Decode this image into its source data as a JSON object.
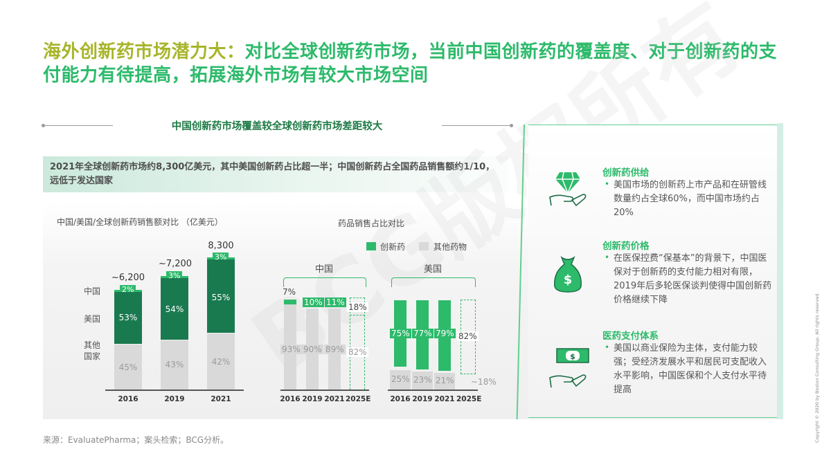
{
  "title": {
    "highlight": "海外创新药市场潜力大：",
    "rest": "对比全球创新药市场，当前中国创新药的覆盖度、对于创新药的支付能力有待提高，拓展海外市场有较大市场空间"
  },
  "section_title": "中国创新药市场覆盖较全球创新药市场差距较大",
  "key_message": "2021年全球创新药市场约8,300亿美元，其中美国创新药占比超一半；中国创新药占全国药品销售额约1/10，远低于发达国家",
  "watermark": "BCG版权所有",
  "chart_data": [
    {
      "type": "bar",
      "stacked": true,
      "title": "中国/美国/全球创新药销售额对比（亿美元）",
      "categories": [
        "2016",
        "2019",
        "2021"
      ],
      "totals": [
        "~6,200",
        "~7,200",
        "8,300"
      ],
      "series": [
        {
          "name": "其他国家",
          "values": [
            45,
            43,
            42
          ],
          "labels": [
            "45%",
            "43%",
            "42%"
          ],
          "color": "#d9d9d9"
        },
        {
          "name": "美国",
          "values": [
            53,
            54,
            55
          ],
          "labels": [
            "53%",
            "54%",
            "55%"
          ],
          "color": "#1a7a4f"
        },
        {
          "name": "中国",
          "values": [
            2,
            3,
            3
          ],
          "labels": [
            "2%",
            "3%",
            "3%"
          ],
          "color": "#2dba6b"
        }
      ],
      "row_labels": [
        "中国",
        "美国",
        "其他国家"
      ],
      "xlabel": "",
      "ylabel": ""
    },
    {
      "type": "bar",
      "stacked": true,
      "title": "药品销售占比对比",
      "legend": [
        {
          "name": "创新药",
          "color": "#2dba6b"
        },
        {
          "name": "其他药物",
          "color": "#d9d9d9"
        }
      ],
      "groups": [
        {
          "name": "中国",
          "categories": [
            "2016",
            "2019",
            "2021",
            "2025E"
          ],
          "innovative": [
            7,
            10,
            11,
            18
          ],
          "innovative_labels": [
            "7%",
            "10%",
            "11%",
            "18%"
          ],
          "other": [
            93,
            90,
            89,
            82
          ],
          "other_labels": [
            "93%",
            "90%",
            "89%",
            "82%"
          ],
          "estimated": [
            false,
            false,
            false,
            true
          ]
        },
        {
          "name": "美国",
          "categories": [
            "2016",
            "2019",
            "2021",
            "2025E"
          ],
          "innovative": [
            75,
            77,
            79,
            82
          ],
          "innovative_labels": [
            "75%",
            "77%",
            "79%",
            "82%"
          ],
          "other": [
            25,
            23,
            21,
            18
          ],
          "other_labels": [
            "25%",
            "23%",
            "21%",
            "~18%"
          ],
          "estimated": [
            false,
            false,
            false,
            true
          ]
        }
      ]
    }
  ],
  "chart1": {
    "title": "中国/美国/全球创新药销售额对比 （亿美元）",
    "row_labels": {
      "china": "中国",
      "us": "美国",
      "other_1": "其他",
      "other_2": "国家"
    },
    "bars": [
      {
        "year": "2016",
        "total": "~6,200",
        "china": "2%",
        "us": "53%",
        "other": "45%"
      },
      {
        "year": "2019",
        "total": "~7,200",
        "china": "3%",
        "us": "54%",
        "other": "43%"
      },
      {
        "year": "2021",
        "total": "8,300",
        "china": "3%",
        "us": "55%",
        "other": "42%"
      }
    ]
  },
  "chart2": {
    "title": "药品销售占比对比",
    "legend": {
      "innovative": "创新药",
      "other": "其他药物"
    },
    "china": {
      "label": "中国",
      "bars": [
        {
          "year": "2016",
          "inno": "7%",
          "other": "93%"
        },
        {
          "year": "2019",
          "inno": "10%",
          "other": "90%"
        },
        {
          "year": "2021",
          "inno": "11%",
          "other": "89%"
        },
        {
          "year": "2025E",
          "inno": "18%",
          "other": "82%"
        }
      ]
    },
    "us": {
      "label": "美国",
      "bars": [
        {
          "year": "2016",
          "inno": "75%",
          "other": "25%"
        },
        {
          "year": "2019",
          "inno": "77%",
          "other": "23%"
        },
        {
          "year": "2021",
          "inno": "79%",
          "other": "21%"
        },
        {
          "year": "2025E",
          "inno": "82%",
          "other": "~18%"
        }
      ]
    }
  },
  "right_panel": {
    "items": [
      {
        "icon": "diamond-hand-icon",
        "title": "创新药供给",
        "bullet": "•",
        "body": "美国市场的创新药上市产品和在研管线数量约占全球60%，而中国市场约占20%"
      },
      {
        "icon": "money-bag-icon",
        "title": "创新药价格",
        "bullet": "•",
        "body": "在医保控费“保基本”的背景下，中国医保对于创新药的支付能力相对有限，2019年后多轮医保谈判使得中国创新药价格继续下降"
      },
      {
        "icon": "cash-hand-icon",
        "title": "医药支付体系",
        "bullet": "•",
        "body": "美国以商业保险为主体，支付能力较强；受经济发展水平和居民可支配收入水平影响，中国医保和个人支付水平待提高"
      }
    ]
  },
  "source": "来源：EvaluatePharma；案头检索；BCG分析。",
  "copyright": "Copyright © 2020 by Boston Consulting Group. All rights reserved."
}
